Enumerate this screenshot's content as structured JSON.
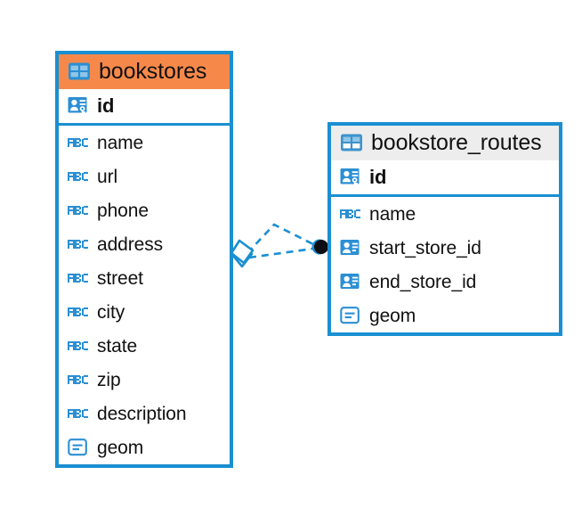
{
  "diagram": {
    "type": "entity-relationship-diagram",
    "background": "#ffffff",
    "accent_blue": "#1a8fd1",
    "icon_blue": "#2b8fd4",
    "header_orange": "#f6894a",
    "header_gray": "#ededed",
    "text_color": "#111111"
  },
  "entities": [
    {
      "name": "bookstores",
      "header_style": "accent-orange",
      "table_icon": "table-grid-icon",
      "primary_keys": [
        {
          "label": "id",
          "icon": "primary-key-icon"
        }
      ],
      "columns": [
        {
          "label": "name",
          "icon": "text-abc-icon"
        },
        {
          "label": "url",
          "icon": "text-abc-icon"
        },
        {
          "label": "phone",
          "icon": "text-abc-icon"
        },
        {
          "label": "address",
          "icon": "text-abc-icon"
        },
        {
          "label": "street",
          "icon": "text-abc-icon"
        },
        {
          "label": "city",
          "icon": "text-abc-icon"
        },
        {
          "label": "state",
          "icon": "text-abc-icon"
        },
        {
          "label": "zip",
          "icon": "text-abc-icon"
        },
        {
          "label": "description",
          "icon": "text-abc-icon"
        },
        {
          "label": "geom",
          "icon": "geometry-icon"
        }
      ]
    },
    {
      "name": "bookstore_routes",
      "header_style": "accent-gray",
      "table_icon": "table-grid-icon",
      "primary_keys": [
        {
          "label": "id",
          "icon": "primary-key-icon"
        }
      ],
      "columns": [
        {
          "label": "name",
          "icon": "text-abc-icon"
        },
        {
          "label": "start_store_id",
          "icon": "foreign-key-icon"
        },
        {
          "label": "end_store_id",
          "icon": "foreign-key-icon"
        },
        {
          "label": "geom",
          "icon": "geometry-icon"
        }
      ]
    }
  ],
  "relationship": {
    "from_entity": "bookstores",
    "to_entity": "bookstore_routes",
    "line_style": "dashed",
    "line_color": "#1a8fd1",
    "source_marker": "diamond-crowsfoot-marker",
    "target_marker": "filled-circle-marker"
  }
}
